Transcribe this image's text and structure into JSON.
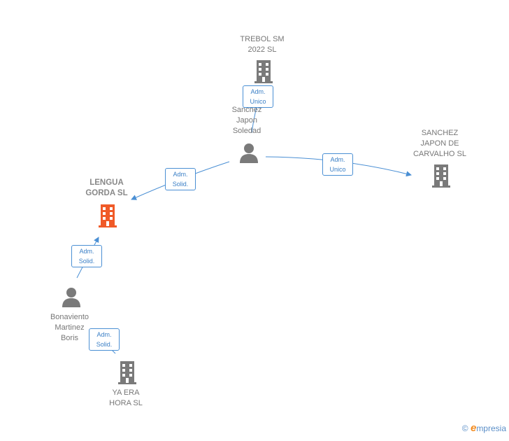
{
  "nodes": {
    "trebol": {
      "label": "TREBOL SM\n2022  SL"
    },
    "soledad": {
      "label": "Sanchez\nJapon\nSoledad"
    },
    "carvalho": {
      "label": "SANCHEZ\nJAPON DE\nCARVALHO  SL"
    },
    "lengua": {
      "label": "LENGUA\nGORDA  SL"
    },
    "boris": {
      "label": "Bonaviento\nMartinez\nBoris"
    },
    "yaera": {
      "label": "YA ERA\nHORA  SL"
    }
  },
  "relations": {
    "soledad_trebol": "Adm.\nUnico",
    "soledad_carvalho": "Adm.\nUnico",
    "soledad_lengua": "Adm.\nSolid.",
    "boris_lengua": "Adm.\nSolid.",
    "boris_yaera": "Adm.\nSolid."
  },
  "colors": {
    "company": "#7a7a7a",
    "focus_company": "#f05a28",
    "person": "#7a7a7a",
    "edge": "#4a8fd4"
  },
  "footer": {
    "copyright": "©",
    "brand_initial": "e",
    "brand_rest": "mpresia"
  }
}
